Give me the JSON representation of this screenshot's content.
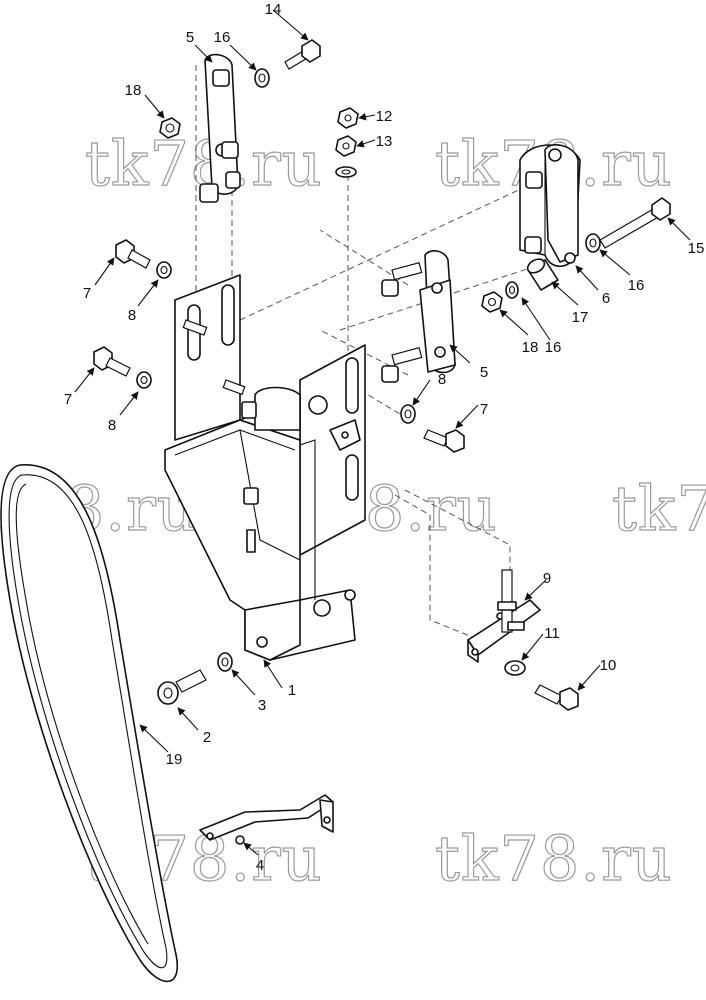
{
  "watermark": "tk78.ru",
  "callouts": [
    {
      "id": "c1",
      "text": "1"
    },
    {
      "id": "c2",
      "text": "2"
    },
    {
      "id": "c3",
      "text": "3"
    },
    {
      "id": "c4",
      "text": "4"
    },
    {
      "id": "c5a",
      "text": "5"
    },
    {
      "id": "c5b",
      "text": "5"
    },
    {
      "id": "c6",
      "text": "6"
    },
    {
      "id": "c7a",
      "text": "7"
    },
    {
      "id": "c7b",
      "text": "7"
    },
    {
      "id": "c7c",
      "text": "7"
    },
    {
      "id": "c8a",
      "text": "8"
    },
    {
      "id": "c8b",
      "text": "8"
    },
    {
      "id": "c8c",
      "text": "8"
    },
    {
      "id": "c9",
      "text": "9"
    },
    {
      "id": "c10",
      "text": "10"
    },
    {
      "id": "c11",
      "text": "11"
    },
    {
      "id": "c12",
      "text": "12"
    },
    {
      "id": "c13",
      "text": "13"
    },
    {
      "id": "c14",
      "text": "14"
    },
    {
      "id": "c15",
      "text": "15"
    },
    {
      "id": "c16a",
      "text": "16"
    },
    {
      "id": "c16b",
      "text": "16"
    },
    {
      "id": "c16c",
      "text": "16"
    },
    {
      "id": "c17",
      "text": "17"
    },
    {
      "id": "c18a",
      "text": "18"
    },
    {
      "id": "c18b",
      "text": "18"
    },
    {
      "id": "c19",
      "text": "19"
    }
  ]
}
